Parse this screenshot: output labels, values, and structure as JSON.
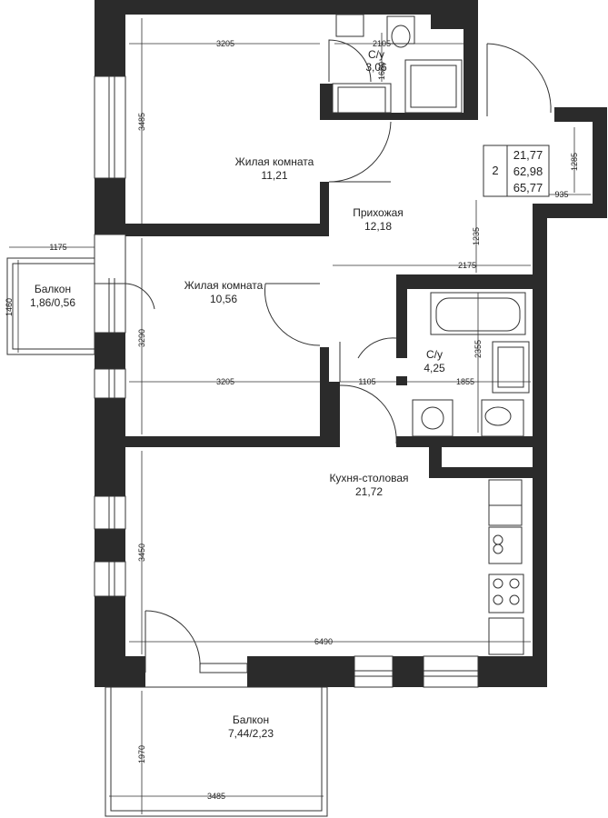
{
  "rooms": [
    {
      "name": "С/у",
      "area": "3,06"
    },
    {
      "name": "Жилая комната",
      "area": "11,21"
    },
    {
      "name": "Прихожая",
      "area": "12,18"
    },
    {
      "name": "Жилая комната",
      "area": "10,56"
    },
    {
      "name": "С/у",
      "area": "4,25"
    },
    {
      "name": "Кухня-столовая",
      "area": "21,72"
    },
    {
      "name": "Балкон",
      "area": "1,86/0,56"
    },
    {
      "name": "Балкон",
      "area": "7,44/2,23"
    }
  ],
  "summary": {
    "rooms_count": "2",
    "living_area": "21,77",
    "total_area": "62,98",
    "total_with_balcony": "65,77"
  },
  "dimensions": {
    "room1_width": "3205",
    "room1_height": "3485",
    "bath1_width": "2105",
    "bath1_height": "1660",
    "entry_door_h": "1285",
    "entry_door_w": "935",
    "hall_h": "1235",
    "bath2_width": "2175",
    "bath2_height": "2355",
    "room2_height": "3290",
    "room2_width": "3205",
    "corridor_w": "1105",
    "bath2_lower_w": "1855",
    "balcony1_w": "1175",
    "balcony1_h": "1460",
    "kitchen_h": "3450",
    "kitchen_w": "6490",
    "balcony2_h": "1970",
    "balcony2_w": "3485"
  }
}
